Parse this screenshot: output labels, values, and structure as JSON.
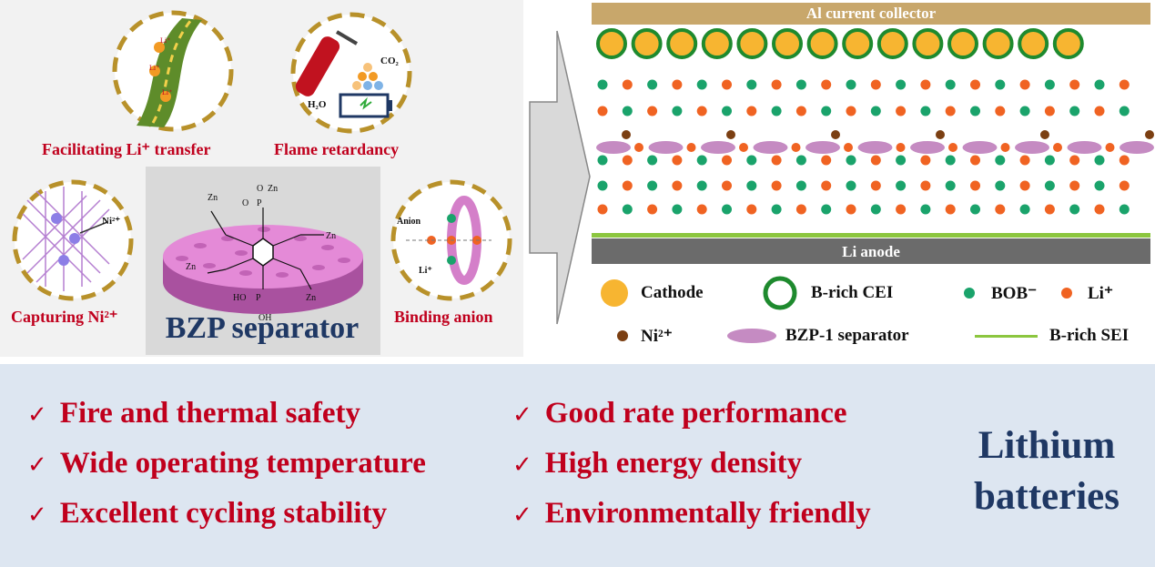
{
  "left_panel": {
    "features": {
      "li_transfer": "Facilitating Li⁺ transfer",
      "flame": "Flame retardancy",
      "ni": "Capturing Ni²⁺",
      "anion": "Binding anion"
    },
    "icon_text": {
      "co2": "CO₂",
      "h2o": "H₂O",
      "ni": "Ni²⁺",
      "anion": "Anion",
      "li": "Li⁺",
      "li_road": "Li⁺"
    },
    "molecule": {
      "zn": "Zn",
      "o": "O",
      "p": "P",
      "ho": "HO",
      "oh": "OH"
    },
    "separator_title": "BZP separator"
  },
  "right_panel": {
    "collector": "Al current collector",
    "anode": "Li anode",
    "legend": {
      "cathode": "Cathode",
      "cei": "B-rich CEI",
      "bob": "BOB⁻",
      "li": "Li⁺",
      "ni": "Ni²⁺",
      "separator": "BZP-1 separator",
      "sei": "B-rich SEI"
    },
    "colors": {
      "cathode": "#f7b531",
      "cei": "#1e8a2e",
      "bob": "#1aa36b",
      "li": "#f06322",
      "ni": "#7b3f12",
      "separator": "#c58bc2",
      "sei": "#8cc63f",
      "collector": "#c8a76b",
      "anode": "#6b6b6b"
    }
  },
  "benefits": {
    "left": [
      "Fire and thermal safety",
      "Wide operating temperature",
      "Excellent cycling stability"
    ],
    "right": [
      "Good rate performance",
      "High energy density",
      "Environmentally friendly"
    ]
  },
  "application": {
    "line1": "Lithium",
    "line2": "batteries"
  }
}
